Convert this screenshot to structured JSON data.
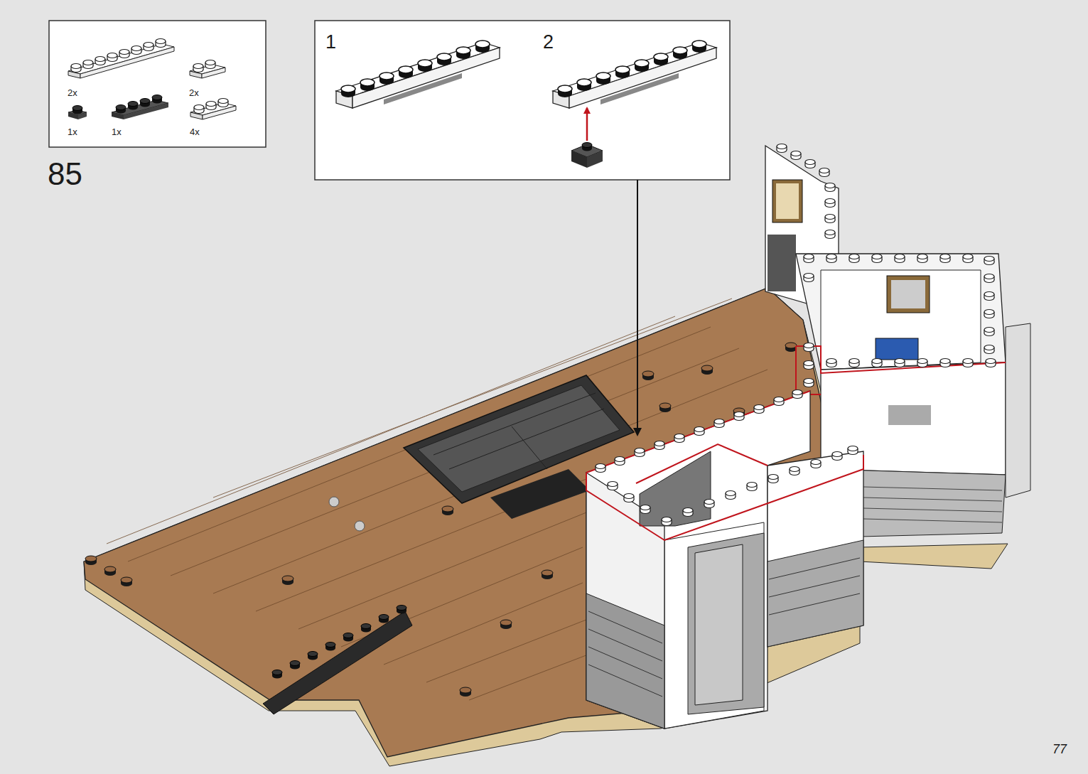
{
  "diagram": {
    "labels": [
      "2x",
      "2x",
      "1x",
      "1x",
      "4x",
      "85",
      "1",
      "2",
      "77"
    ]
  }
}
